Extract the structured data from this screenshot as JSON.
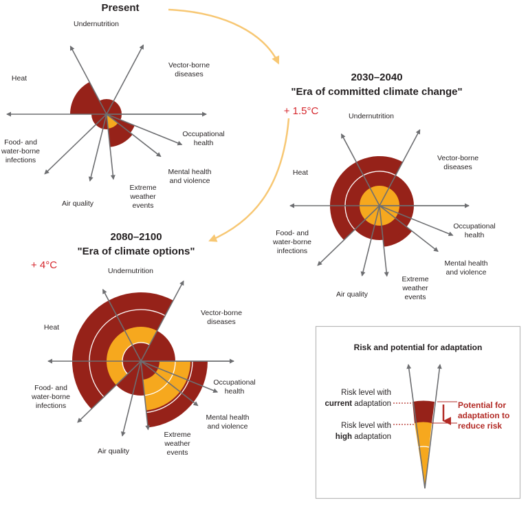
{
  "colors": {
    "risk_current": "#962219",
    "risk_high": "#f6a81e",
    "axis": "#6d6e71",
    "flow_arrow": "#f7c773",
    "accent_red": "#d5262c",
    "potential_red": "#b22a25"
  },
  "present": {
    "title": "Present",
    "labels": {
      "undernutrition": "Undernutrition",
      "vector_borne": [
        "Vector-borne",
        "diseases"
      ],
      "heat": "Heat",
      "occupational": [
        "Occupational",
        "health"
      ],
      "food_water": [
        "Food- and",
        "water-borne",
        "infections"
      ],
      "mental": [
        "Mental health",
        "and violence"
      ],
      "air_quality": "Air quality",
      "extreme": [
        "Extreme",
        "weather",
        "events"
      ]
    }
  },
  "mid": {
    "title": "2030–2040",
    "subtitle": "\"Era of committed climate change\"",
    "temperature": "+ 1.5°C",
    "labels": {
      "undernutrition": "Undernutrition",
      "vector_borne": [
        "Vector-borne",
        "diseases"
      ],
      "heat": "Heat",
      "occupational": [
        "Occupational",
        "health"
      ],
      "food_water": [
        "Food- and",
        "water-borne",
        "infections"
      ],
      "mental": [
        "Mental health",
        "and violence"
      ],
      "air_quality": "Air quality",
      "extreme": [
        "Extreme",
        "weather",
        "events"
      ]
    }
  },
  "late": {
    "title": "2080–2100",
    "subtitle": "\"Era of climate options\"",
    "temperature": "+ 4°C",
    "labels": {
      "undernutrition": "Undernutrition",
      "vector_borne": [
        "Vector-borne",
        "diseases"
      ],
      "heat": "Heat",
      "occupational": [
        "Occupational",
        "health"
      ],
      "food_water": [
        "Food- and",
        "water-borne",
        "infections"
      ],
      "mental": [
        "Mental health",
        "and violence"
      ],
      "air_quality": "Air quality",
      "extreme": [
        "Extreme",
        "weather",
        "events"
      ]
    }
  },
  "legend": {
    "title": "Risk and potential for adaptation",
    "current_prefix": "Risk level with",
    "current_bold": "current",
    "current_suffix": "adaptation",
    "high_prefix": "Risk level with",
    "high_bold": "high",
    "high_suffix": "adaptation",
    "potential": [
      "Potential for",
      "adaptation to",
      "reduce risk"
    ]
  }
}
